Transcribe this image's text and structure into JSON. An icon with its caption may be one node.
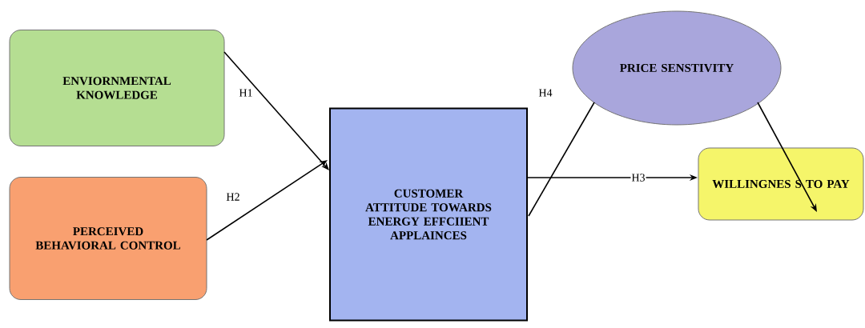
{
  "diagram": {
    "nodes": [
      {
        "text": [
          "ENVIORNMENTAL KNOWLEDGE"
        ]
      },
      {
        "text": [
          "PERCEIVED BEHAVIORAL CONTROL"
        ]
      },
      {
        "text": [
          "CUSTOMER ATTITUDE TOWARDS ENERGY EFFCIIENT APPLAINCES"
        ]
      },
      {
        "text": [
          "PRICE SENSTIVITY"
        ]
      },
      {
        "text": [
          "WILLINGNES S TO PAY"
        ]
      }
    ],
    "edges": [
      {
        "from": 0,
        "to": 2,
        "arrow": "to",
        "label": "H1"
      },
      {
        "from": 1,
        "to": 2,
        "arrow": "to",
        "label": "H2"
      },
      {
        "from": 2,
        "to": 4,
        "arrow": "to",
        "label": "H3"
      },
      {
        "from": 2,
        "to": 3,
        "arrow": "none",
        "label": "H4"
      },
      {
        "from": 3,
        "to": 4,
        "arrow": "to"
      }
    ]
  }
}
